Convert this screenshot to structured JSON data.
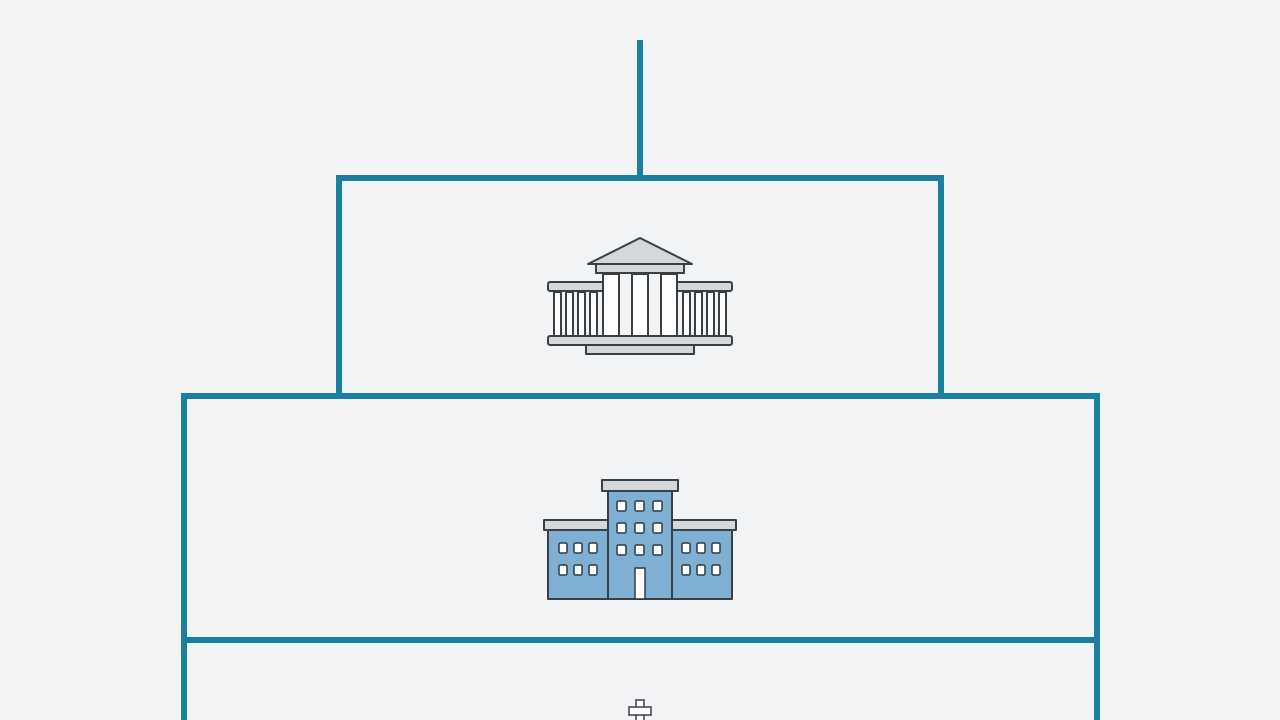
{
  "diagram": {
    "type": "hierarchy",
    "tiers": [
      {
        "level": 1,
        "icon": "government-building-icon"
      },
      {
        "level": 2,
        "icon": "office-building-icon"
      },
      {
        "level": 3,
        "icon": "hospital-cross-icon"
      }
    ]
  },
  "colors": {
    "background": "#f1f3f4",
    "accent": "#1b7fa2",
    "icon_blue": "#7fb0d3",
    "icon_gray": "#d4d8db"
  }
}
